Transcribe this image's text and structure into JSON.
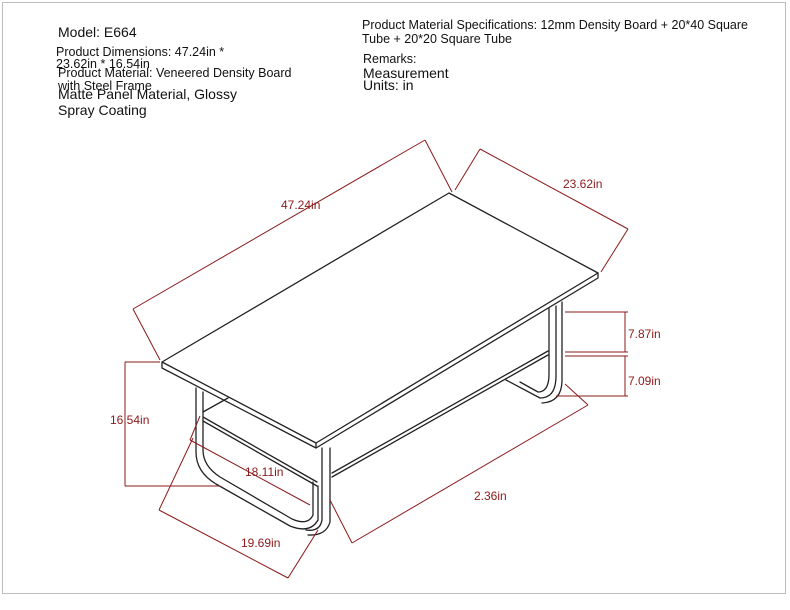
{
  "header": {
    "model": "Model: E664",
    "dimensions_line1": "Product Dimensions: 47.24in *",
    "dimensions_line2": "23.62in * 16.54in",
    "material_line1": "Product Material: Veneered Density Board",
    "material_line2": "with Steel Frame",
    "panel_line1": "Matte Panel Material, Glossy",
    "panel_line2": "Spray Coating",
    "spec_line1": "Product Material Specifications: 12mm Density Board + 20*40 Square",
    "spec_line2": "Tube + 20*20 Square Tube",
    "remarks": "Remarks:",
    "measurement": "Measurement",
    "units": "Units: in"
  },
  "dimensions": {
    "length": "47.24in",
    "width": "23.62in",
    "top_to_shelf": "7.87in",
    "shelf_to_floor": "7.09in",
    "height": "16.54in",
    "inner_width": "18.11in",
    "base_length": "2.36in",
    "base_width": "19.69in"
  },
  "colors": {
    "dimension": "#8b1a1a",
    "line": "#222222"
  }
}
